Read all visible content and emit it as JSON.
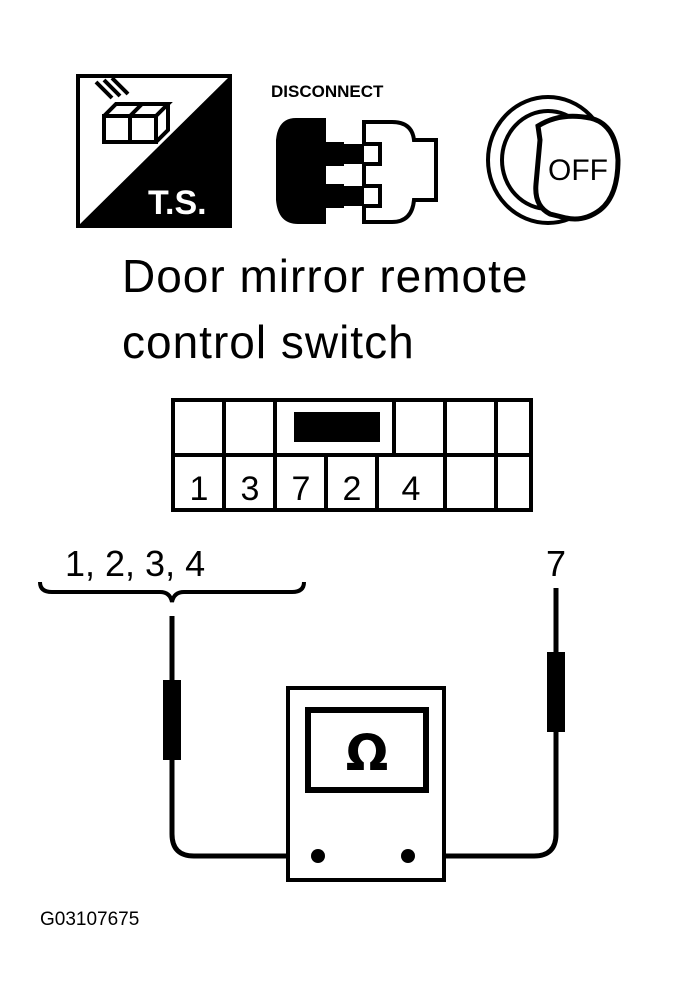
{
  "icons": {
    "ts_label": "T.S.",
    "disconnect_label": "DISCONNECT",
    "ignition_label": "OFF"
  },
  "title": {
    "line1": "Door mirror remote",
    "line2": "control switch"
  },
  "connector": {
    "pins": [
      "1",
      "3",
      "7",
      "2",
      "4",
      "",
      ""
    ]
  },
  "leads": {
    "left_label": "1, 2, 3, 4",
    "right_label": "7"
  },
  "meter": {
    "symbol": "Ω"
  },
  "figure_code": "G03107675"
}
